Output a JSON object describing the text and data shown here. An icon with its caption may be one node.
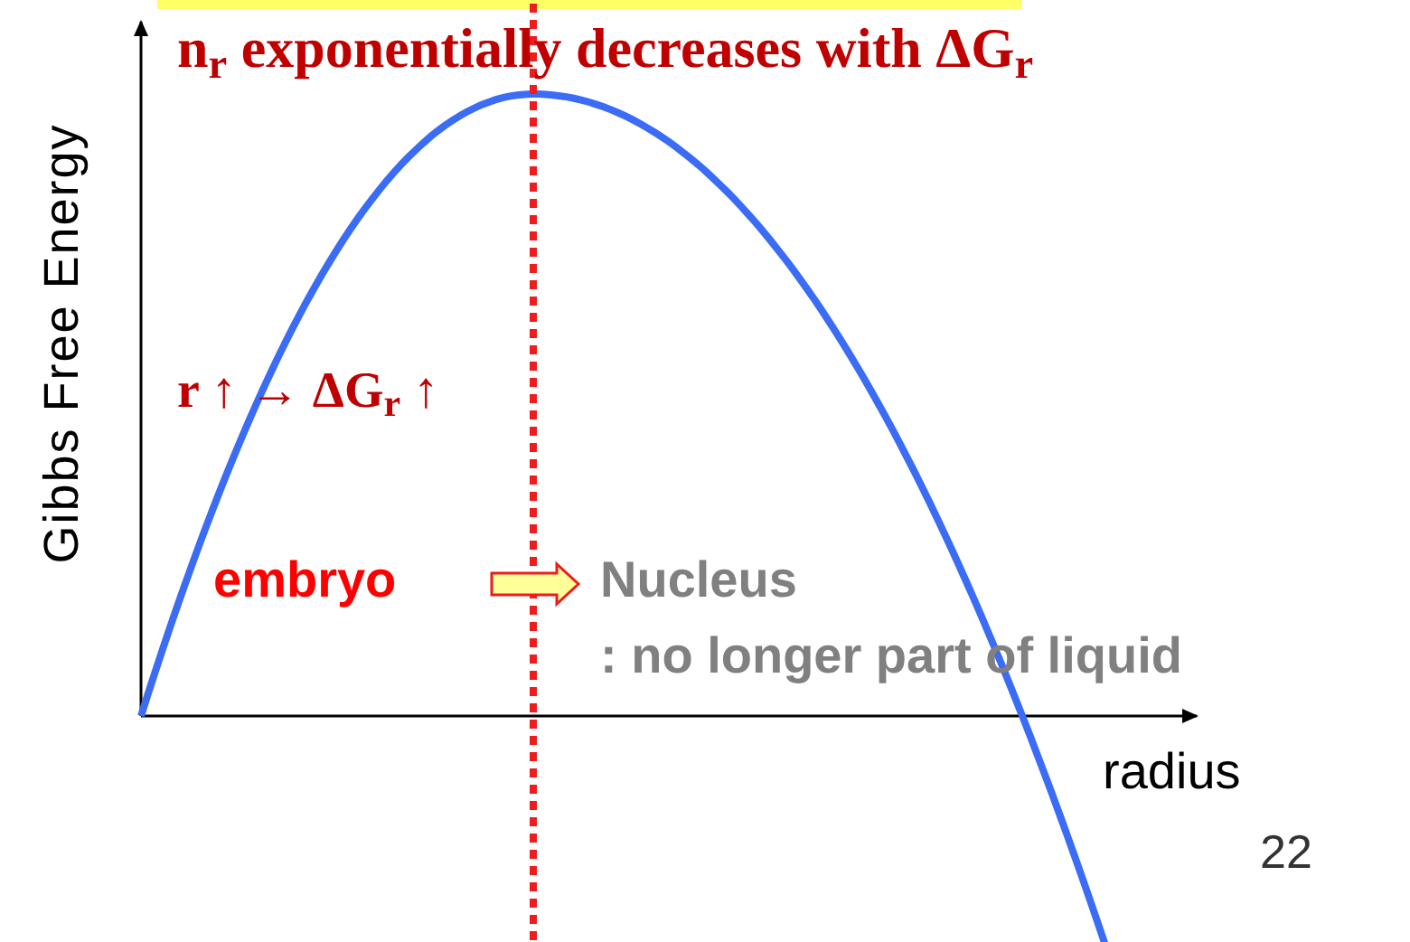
{
  "diagram": {
    "title": "n$_{r}$ exponentially decreases with ΔG$_{r}$",
    "nodes": [
      {
        "text": [
          "embryo"
        ]
      },
      {
        "text": [
          "Nucleus",
          ": no longer part of liquid"
        ]
      }
    ],
    "edges": [
      {
        "from": 0,
        "to": 1,
        "arrow": "to"
      }
    ],
    "labels": [
      "r ↑ → ΔG$_{r}$ ↑",
      "Gibbs Free Energy",
      "radius",
      "22"
    ]
  }
}
